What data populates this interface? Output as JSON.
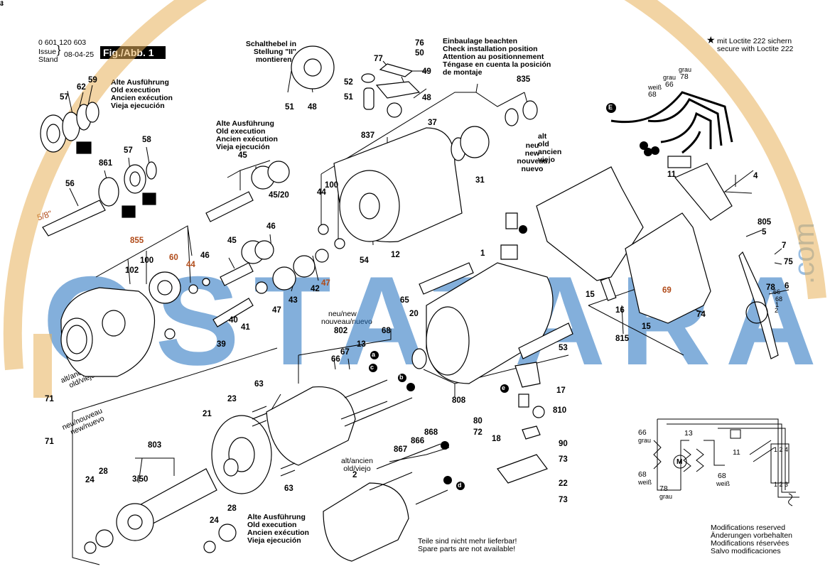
{
  "header": {
    "part_number": "0 601 120 603",
    "issue_label": "Issue",
    "stand_label": "Stand",
    "date": "08-04-25",
    "figure_label": "Fig./Abb. 1"
  },
  "loctite_note": [
    "mit Loctite 222 sichern",
    "secure with Loctite 222"
  ],
  "notes": {
    "schalthebel": [
      "Schalthebel in",
      "Stellung \"II\"",
      "montieren !"
    ],
    "einbaulage": [
      "Einbaulage beachten",
      "Check installation position",
      "Attention au positionnement",
      "Téngase en cuenta la posición",
      "de montaje"
    ],
    "old_exec_1": [
      "Alte Ausführung",
      "Old execution",
      "Ancien exécution",
      "Vieja ejecución"
    ],
    "old_exec_2": [
      "Alte Ausführung",
      "Old execution",
      "Ancien exécution",
      "Vieja ejecución"
    ],
    "old_exec_3": [
      "Alte Ausführung",
      "Old execution",
      "Ancien exécution",
      "Vieja ejecución"
    ],
    "new_1": [
      "neu",
      "new",
      "nouveau",
      "nuevo"
    ],
    "old_1": [
      "alt",
      "old",
      "ancien",
      "viejo"
    ],
    "new_2": [
      "neu/new",
      "nouveau/nuevo"
    ],
    "alt_old_1": [
      "alt/ancien",
      "old/viejo"
    ],
    "alt_old_2": [
      "alt/ancien",
      "old/viejo"
    ],
    "neu_new_3": [
      "neu/nouveau",
      "new/nuevo"
    ],
    "spare": [
      "Teile sind nicht mehr lieferbar!",
      "Spare parts are not available!"
    ],
    "modifications": [
      "Modifications reserved",
      "Änderungen vorbehalten",
      "Modifications réservées",
      "Salvo modificaciones"
    ],
    "size_58": "5/8\""
  },
  "wiring_labels": {
    "weiss": "weiß",
    "grau": "grau",
    "n66": "66",
    "n68": "68",
    "n78": "78",
    "n13": "13",
    "n11": "11",
    "motor": "M",
    "terminal_124": "1 2 4",
    "terminal_123": "1 2 3",
    "arrow_e": "E"
  },
  "watermark": {
    "text": "OSTATARA",
    "suffix": ".com"
  },
  "letter_markers": [
    "a",
    "b",
    "c",
    "d",
    "e"
  ],
  "parts": [
    {
      "n": "57"
    },
    {
      "n": "62"
    },
    {
      "n": "59"
    },
    {
      "n": "861"
    },
    {
      "n": "57"
    },
    {
      "n": "58"
    },
    {
      "n": "56"
    },
    {
      "n": "45"
    },
    {
      "n": "45/20"
    },
    {
      "n": "51"
    },
    {
      "n": "48"
    },
    {
      "n": "77"
    },
    {
      "n": "76"
    },
    {
      "n": "50"
    },
    {
      "n": "49"
    },
    {
      "n": "52"
    },
    {
      "n": "51"
    },
    {
      "n": "48"
    },
    {
      "n": "835"
    },
    {
      "n": "837"
    },
    {
      "n": "37"
    },
    {
      "n": "31"
    },
    {
      "n": "44"
    },
    {
      "n": "100"
    },
    {
      "n": "12"
    },
    {
      "n": "54"
    },
    {
      "n": "855"
    },
    {
      "n": "102"
    },
    {
      "n": "100"
    },
    {
      "n": "60"
    },
    {
      "n": "44"
    },
    {
      "n": "46"
    },
    {
      "n": "45"
    },
    {
      "n": "46"
    },
    {
      "n": "42"
    },
    {
      "n": "47"
    },
    {
      "n": "43"
    },
    {
      "n": "47"
    },
    {
      "n": "40"
    },
    {
      "n": "41"
    },
    {
      "n": "39"
    },
    {
      "n": "1"
    },
    {
      "n": "65"
    },
    {
      "n": "20"
    },
    {
      "n": "68"
    },
    {
      "n": "802"
    },
    {
      "n": "67"
    },
    {
      "n": "66"
    },
    {
      "n": "13"
    },
    {
      "n": "53"
    },
    {
      "n": "808"
    },
    {
      "n": "17"
    },
    {
      "n": "810"
    },
    {
      "n": "80"
    },
    {
      "n": "72"
    },
    {
      "n": "18"
    },
    {
      "n": "90"
    },
    {
      "n": "73"
    },
    {
      "n": "22"
    },
    {
      "n": "73"
    },
    {
      "n": "71"
    },
    {
      "n": "71"
    },
    {
      "n": "63"
    },
    {
      "n": "23"
    },
    {
      "n": "21"
    },
    {
      "n": "803"
    },
    {
      "n": "3/50"
    },
    {
      "n": "63"
    },
    {
      "n": "24"
    },
    {
      "n": "28"
    },
    {
      "n": "24"
    },
    {
      "n": "28"
    },
    {
      "n": "868"
    },
    {
      "n": "866"
    },
    {
      "n": "867"
    },
    {
      "n": "2"
    },
    {
      "n": "15"
    },
    {
      "n": "16"
    },
    {
      "n": "15"
    },
    {
      "n": "815"
    },
    {
      "n": "69"
    },
    {
      "n": "74"
    },
    {
      "n": "11"
    },
    {
      "n": "4"
    },
    {
      "n": "805"
    },
    {
      "n": "5"
    },
    {
      "n": "7"
    },
    {
      "n": "75"
    },
    {
      "n": "6"
    },
    {
      "n": "78"
    },
    {
      "n": "66"
    },
    {
      "n": "68"
    },
    {
      "n": "1"
    },
    {
      "n": "2"
    },
    {
      "n": "4"
    },
    {
      "n": "3"
    }
  ],
  "colors": {
    "watermark_blue": "#1e6ebe",
    "watermark_orange": "#e8b15a",
    "highlight_brown": "#b04a18"
  }
}
